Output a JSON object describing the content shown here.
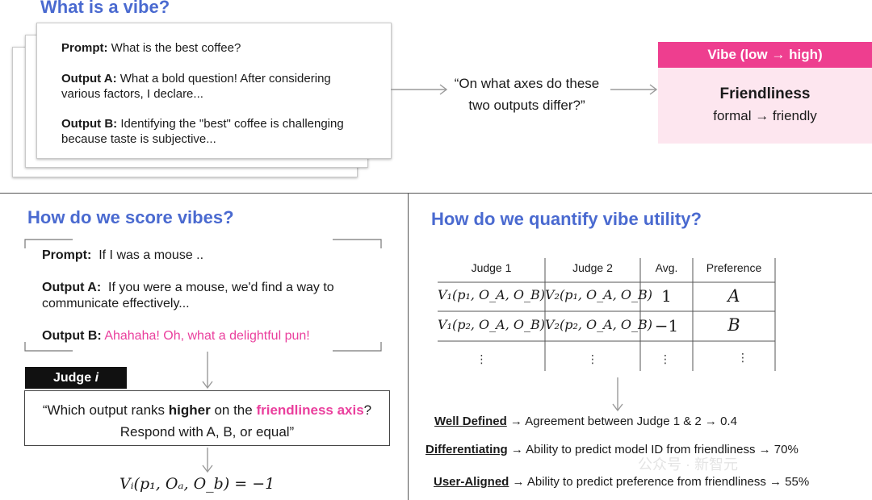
{
  "top": {
    "title": "What is a vibe?",
    "prompt_label": "Prompt:",
    "prompt_text": "What is the best coffee?",
    "output_a_label": "Output A:",
    "output_a_line1": "What a bold question! After considering",
    "output_a_line2": "various factors, I declare...",
    "output_b_label": "Output B:",
    "output_b_line1": "Identifying the \"best\" coffee is challenging",
    "output_b_line2": "because taste is subjective...",
    "question_line1": "“On what axes do these",
    "question_line2": "two outputs differ?”",
    "vibe_header": "Vibe (low → high)",
    "vibe_name": "Friendliness",
    "vibe_range": "formal → friendly"
  },
  "score": {
    "title": "How do we score vibes?",
    "prompt_label": "Prompt:",
    "prompt_text": "If I was a mouse ..",
    "output_a_label": "Output A:",
    "output_a_line1": "If you were a mouse, we'd find a way to",
    "output_a_line2": "communicate effectively...",
    "output_b_label": "Output B:",
    "output_b_text": "Ahahaha! Oh, what a delightful pun!",
    "judge_label": "Judge",
    "judge_var": "i",
    "judge_q_prefix": "“Which output ranks ",
    "judge_q_bold": "higher",
    "judge_q_mid": " on the ",
    "judge_q_pink": "friendliness axis",
    "judge_q_suffix": "?",
    "judge_q_line2": "Respond with A, B, or equal”",
    "formula": "Vᵢ(p₁, Oₐ, O_b) = −1"
  },
  "utility": {
    "title": "How do we quantify vibe utility?",
    "table": {
      "headers": [
        "Judge 1",
        "Judge 2",
        "Avg.",
        "Preference"
      ],
      "rows": [
        [
          "V₁(p₁, O_A, O_B)",
          "V₂(p₁, O_A, O_B)",
          "1",
          "A"
        ],
        [
          "V₁(p₂, O_A, O_B)",
          "V₂(p₂, O_A, O_B)",
          "−1",
          "B"
        ],
        [
          "⋮",
          "⋮",
          "⋮",
          "⋮"
        ]
      ]
    },
    "criteria": [
      {
        "label": "Well Defined",
        "text": " → Agreement between Judge 1 & 2 → 0.4"
      },
      {
        "label": "Differentiating",
        "text": " →  Ability to predict model ID from friendliness → 70%"
      },
      {
        "label": "User-Aligned",
        "text": " → Ability to predict preference from friendliness → 55%"
      }
    ]
  },
  "watermark": "公众号 · 新智元",
  "colors": {
    "title_blue": "#4a6ad0",
    "vibe_pink": "#ee3e8f",
    "vibe_pink_light": "#fde6ef",
    "highlight_pink": "#ea3f9d"
  }
}
